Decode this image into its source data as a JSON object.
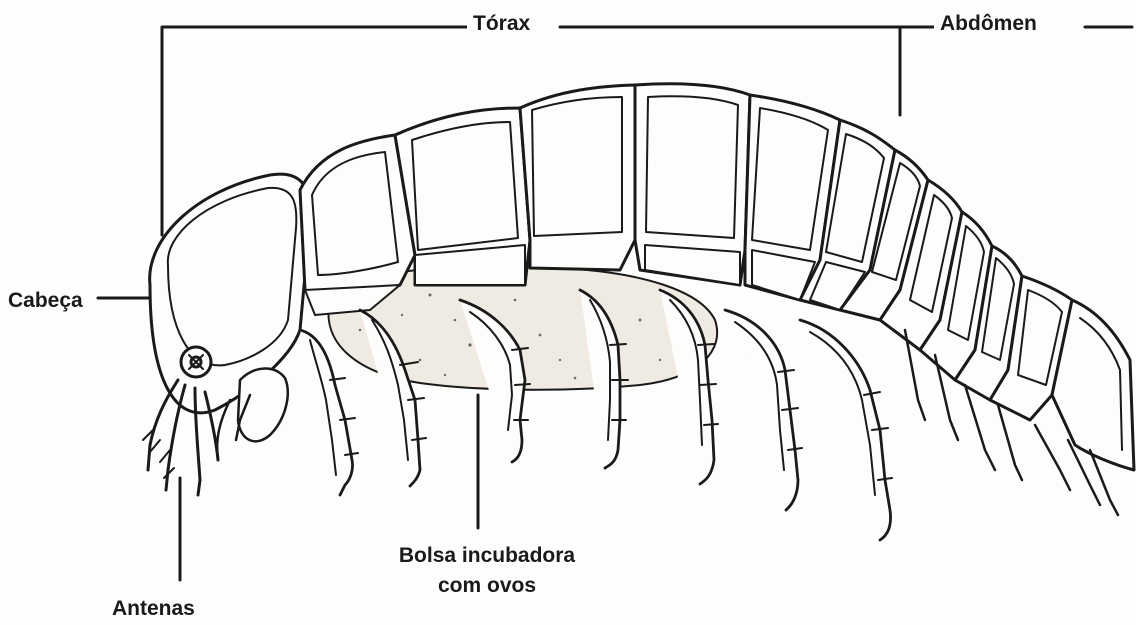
{
  "diagram": {
    "labels": {
      "thorax": "Tórax",
      "abdomen": "Abdômen",
      "head": "Cabeça",
      "brood_pouch_line1": "Bolsa incubadora",
      "brood_pouch_line2": "com ovos",
      "antennae": "Antenas"
    },
    "colors": {
      "ink": "#1a1a1a",
      "paper": "#fdfdfb",
      "stipple": "#6a6a6a"
    }
  }
}
